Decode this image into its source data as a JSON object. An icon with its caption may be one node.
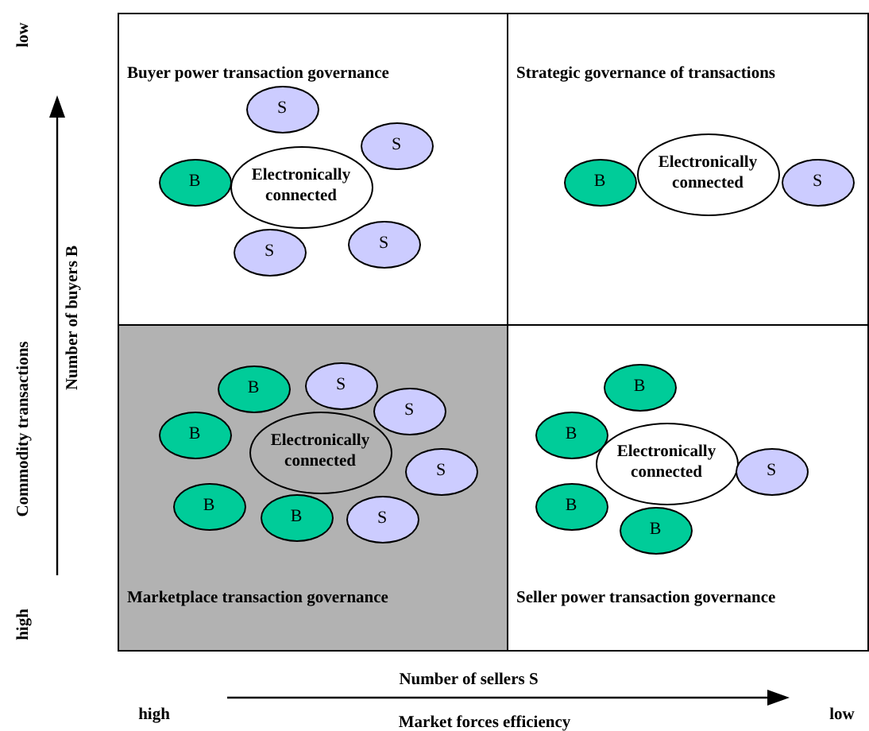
{
  "diagram": {
    "nodes": [
      {
        "text": [
          "Buyer power transaction governance"
        ]
      },
      {
        "text": [
          "S"
        ],
        "in": 0
      },
      {
        "text": [
          "S"
        ],
        "in": 0
      },
      {
        "text": [
          "B"
        ],
        "in": 0
      },
      {
        "text": [
          "Electronically connected"
        ],
        "in": 0
      },
      {
        "text": [
          "S"
        ],
        "in": 0
      },
      {
        "text": [
          "S"
        ],
        "in": 0
      },
      {
        "text": [
          "Strategic governance of transactions"
        ]
      },
      {
        "text": [
          "B"
        ],
        "in": 7
      },
      {
        "text": [
          "Electronically connected"
        ],
        "in": 7
      },
      {
        "text": [
          "S"
        ],
        "in": 7
      },
      {
        "text": [
          "Marketplace transaction governance"
        ]
      },
      {
        "text": [
          "B"
        ],
        "in": 11
      },
      {
        "text": [
          "S"
        ],
        "in": 11
      },
      {
        "text": [
          "S"
        ],
        "in": 11
      },
      {
        "text": [
          "B"
        ],
        "in": 11
      },
      {
        "text": [
          "Electronically connected"
        ],
        "in": 11
      },
      {
        "text": [
          "S"
        ],
        "in": 11
      },
      {
        "text": [
          "B"
        ],
        "in": 11
      },
      {
        "text": [
          "B"
        ],
        "in": 11
      },
      {
        "text": [
          "S"
        ],
        "in": 11
      },
      {
        "text": [
          "Seller power transaction governance"
        ]
      },
      {
        "text": [
          "B"
        ],
        "in": 21
      },
      {
        "text": [
          "B"
        ],
        "in": 21
      },
      {
        "text": [
          "Electronically connected"
        ],
        "in": 21
      },
      {
        "text": [
          "S"
        ],
        "in": 21
      },
      {
        "text": [
          "B"
        ],
        "in": 21
      },
      {
        "text": [
          "B"
        ],
        "in": 21
      }
    ],
    "labels": [
      "low",
      "Commodity transactions",
      "Number of buyers B",
      "high",
      "Number of sellers S",
      "high",
      "low",
      "Market forces efficiency"
    ]
  }
}
